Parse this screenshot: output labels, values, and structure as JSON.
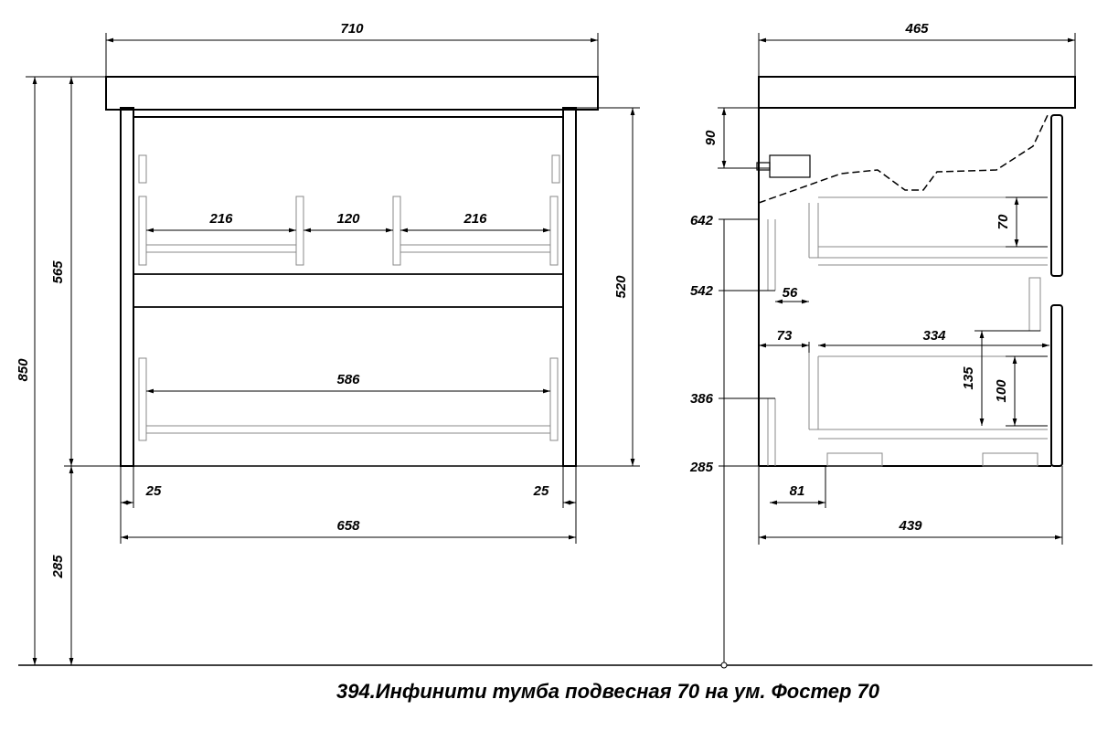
{
  "front_view": {
    "width_total": "710",
    "height_body": "565",
    "height_total": "850",
    "height_gap": "285",
    "height_facade": "520",
    "drawer_left_width": "216",
    "drawer_divider": "120",
    "drawer_right_width": "216",
    "drawer_bottom_width": "586",
    "offset_left": "25",
    "offset_right": "25",
    "width_bottom": "658"
  },
  "side_view": {
    "depth_total": "465",
    "top_offset": "90",
    "level_642": "642",
    "level_542": "542",
    "level_386": "386",
    "level_285": "285",
    "drawer_top_height": "70",
    "gap_56": "56",
    "offset_73": "73",
    "depth_334": "334",
    "height_135": "135",
    "height_100": "100",
    "offset_81": "81",
    "depth_bottom": "439"
  },
  "caption": "394.Инфинити тумба подвесная 70 на ум. Фостер 70"
}
